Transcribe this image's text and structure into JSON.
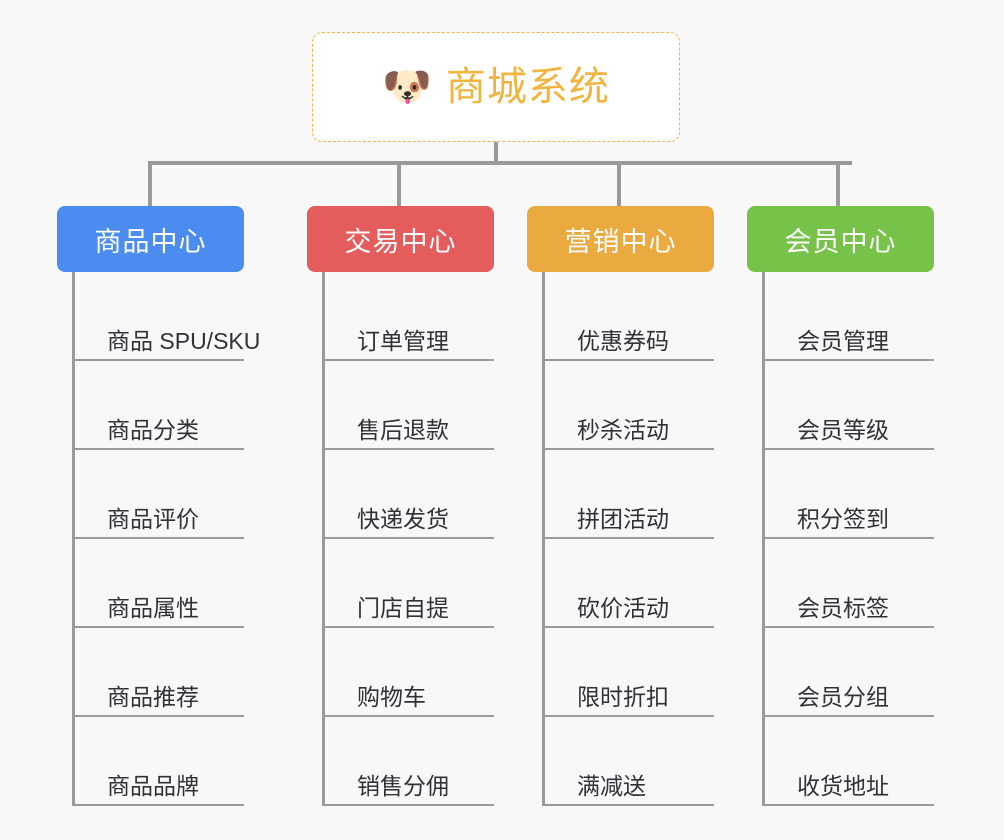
{
  "canvas": {
    "background": "#f8f8f8",
    "connector_color": "#9a9a9a"
  },
  "root": {
    "icon": "dog-face-icon",
    "emoji": "🐶",
    "title": "商城系统",
    "border_color": "#f0b44a",
    "text_color": "#f0b43f",
    "background": "#ffffff"
  },
  "categories": [
    {
      "id": "product-center",
      "label": "商品中心",
      "color": "#4a8cf0",
      "items": [
        "商品 SPU/SKU",
        "商品分类",
        "商品评价",
        "商品属性",
        "商品推荐",
        "商品品牌"
      ]
    },
    {
      "id": "trade-center",
      "label": "交易中心",
      "color": "#e45c5c",
      "items": [
        "订单管理",
        "售后退款",
        "快递发货",
        "门店自提",
        "购物车",
        "销售分佣"
      ]
    },
    {
      "id": "marketing-center",
      "label": "营销中心",
      "color": "#eaaa40",
      "items": [
        "优惠券码",
        "秒杀活动",
        "拼团活动",
        "砍价活动",
        "限时折扣",
        "满减送"
      ]
    },
    {
      "id": "member-center",
      "label": "会员中心",
      "color": "#77c košik"
    }
  ],
  "_note_fixed_categories": [
    {
      "id": "member-center",
      "label": "会员中心",
      "color": "#77c249",
      "items": [
        "会员管理",
        "会员等级",
        "积分签到",
        "会员标签",
        "会员分组",
        "收货地址"
      ]
    }
  ]
}
